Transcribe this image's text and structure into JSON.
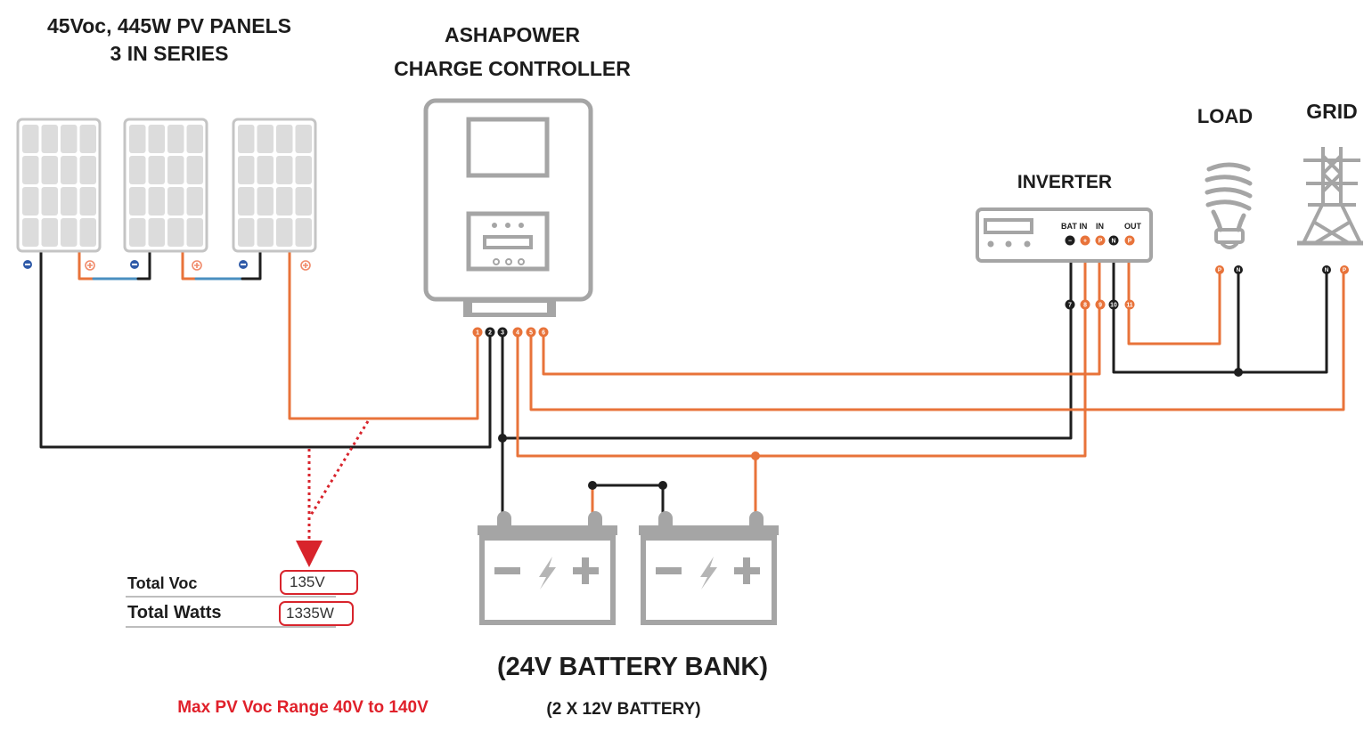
{
  "pv_array": {
    "title_line1": "45Voc, 445W PV PANELS",
    "title_line2": "3 IN SERIES",
    "panel_count": 3,
    "panels": [
      {
        "name": "panel-1",
        "terminals": [
          "minus",
          "plus"
        ]
      },
      {
        "name": "panel-2",
        "terminals": [
          "minus",
          "plus"
        ]
      },
      {
        "name": "panel-3",
        "terminals": [
          "minus",
          "plus"
        ]
      }
    ]
  },
  "charge_controller": {
    "title_line1": "ASHAPOWER",
    "title_line2": "CHARGE CONTROLLER",
    "terminals": [
      "1",
      "2",
      "3",
      "4",
      "5",
      "6"
    ]
  },
  "inverter": {
    "title": "INVERTER",
    "labels": {
      "bat_in": "BAT IN",
      "in": "IN",
      "out": "OUT"
    },
    "terminal_glyphs": [
      "−",
      "+",
      "P",
      "N",
      "P"
    ],
    "wire_numbers": [
      "7",
      "8",
      "9",
      "10",
      "11"
    ]
  },
  "load": {
    "title": "LOAD",
    "icon": "cfl-bulb-icon",
    "terminals": [
      "P",
      "N"
    ]
  },
  "grid": {
    "title": "GRID",
    "icon": "transmission-tower-icon",
    "terminals": [
      "N",
      "P"
    ]
  },
  "summary": {
    "voc_label": "Total Voc",
    "voc_value": "135V",
    "watts_label": "Total Watts",
    "watts_value": "1335W"
  },
  "battery_bank": {
    "title": "(24V BATTERY BANK)",
    "subtitle": "(2 X 12V  BATTERY)",
    "battery_count": 2
  },
  "note": "Max PV Voc Range 40V to 140V",
  "colors": {
    "positive_wire": "#e8733a",
    "negative_wire": "#1e1e1e",
    "series_link": "#4a8fc0",
    "panel_minus": "#2f5aa8",
    "panel_plus": "#f08a6a",
    "device_gray": "#a5a5a5",
    "cell_gray": "#dcdcdc",
    "highlight_red": "#d8242c"
  }
}
